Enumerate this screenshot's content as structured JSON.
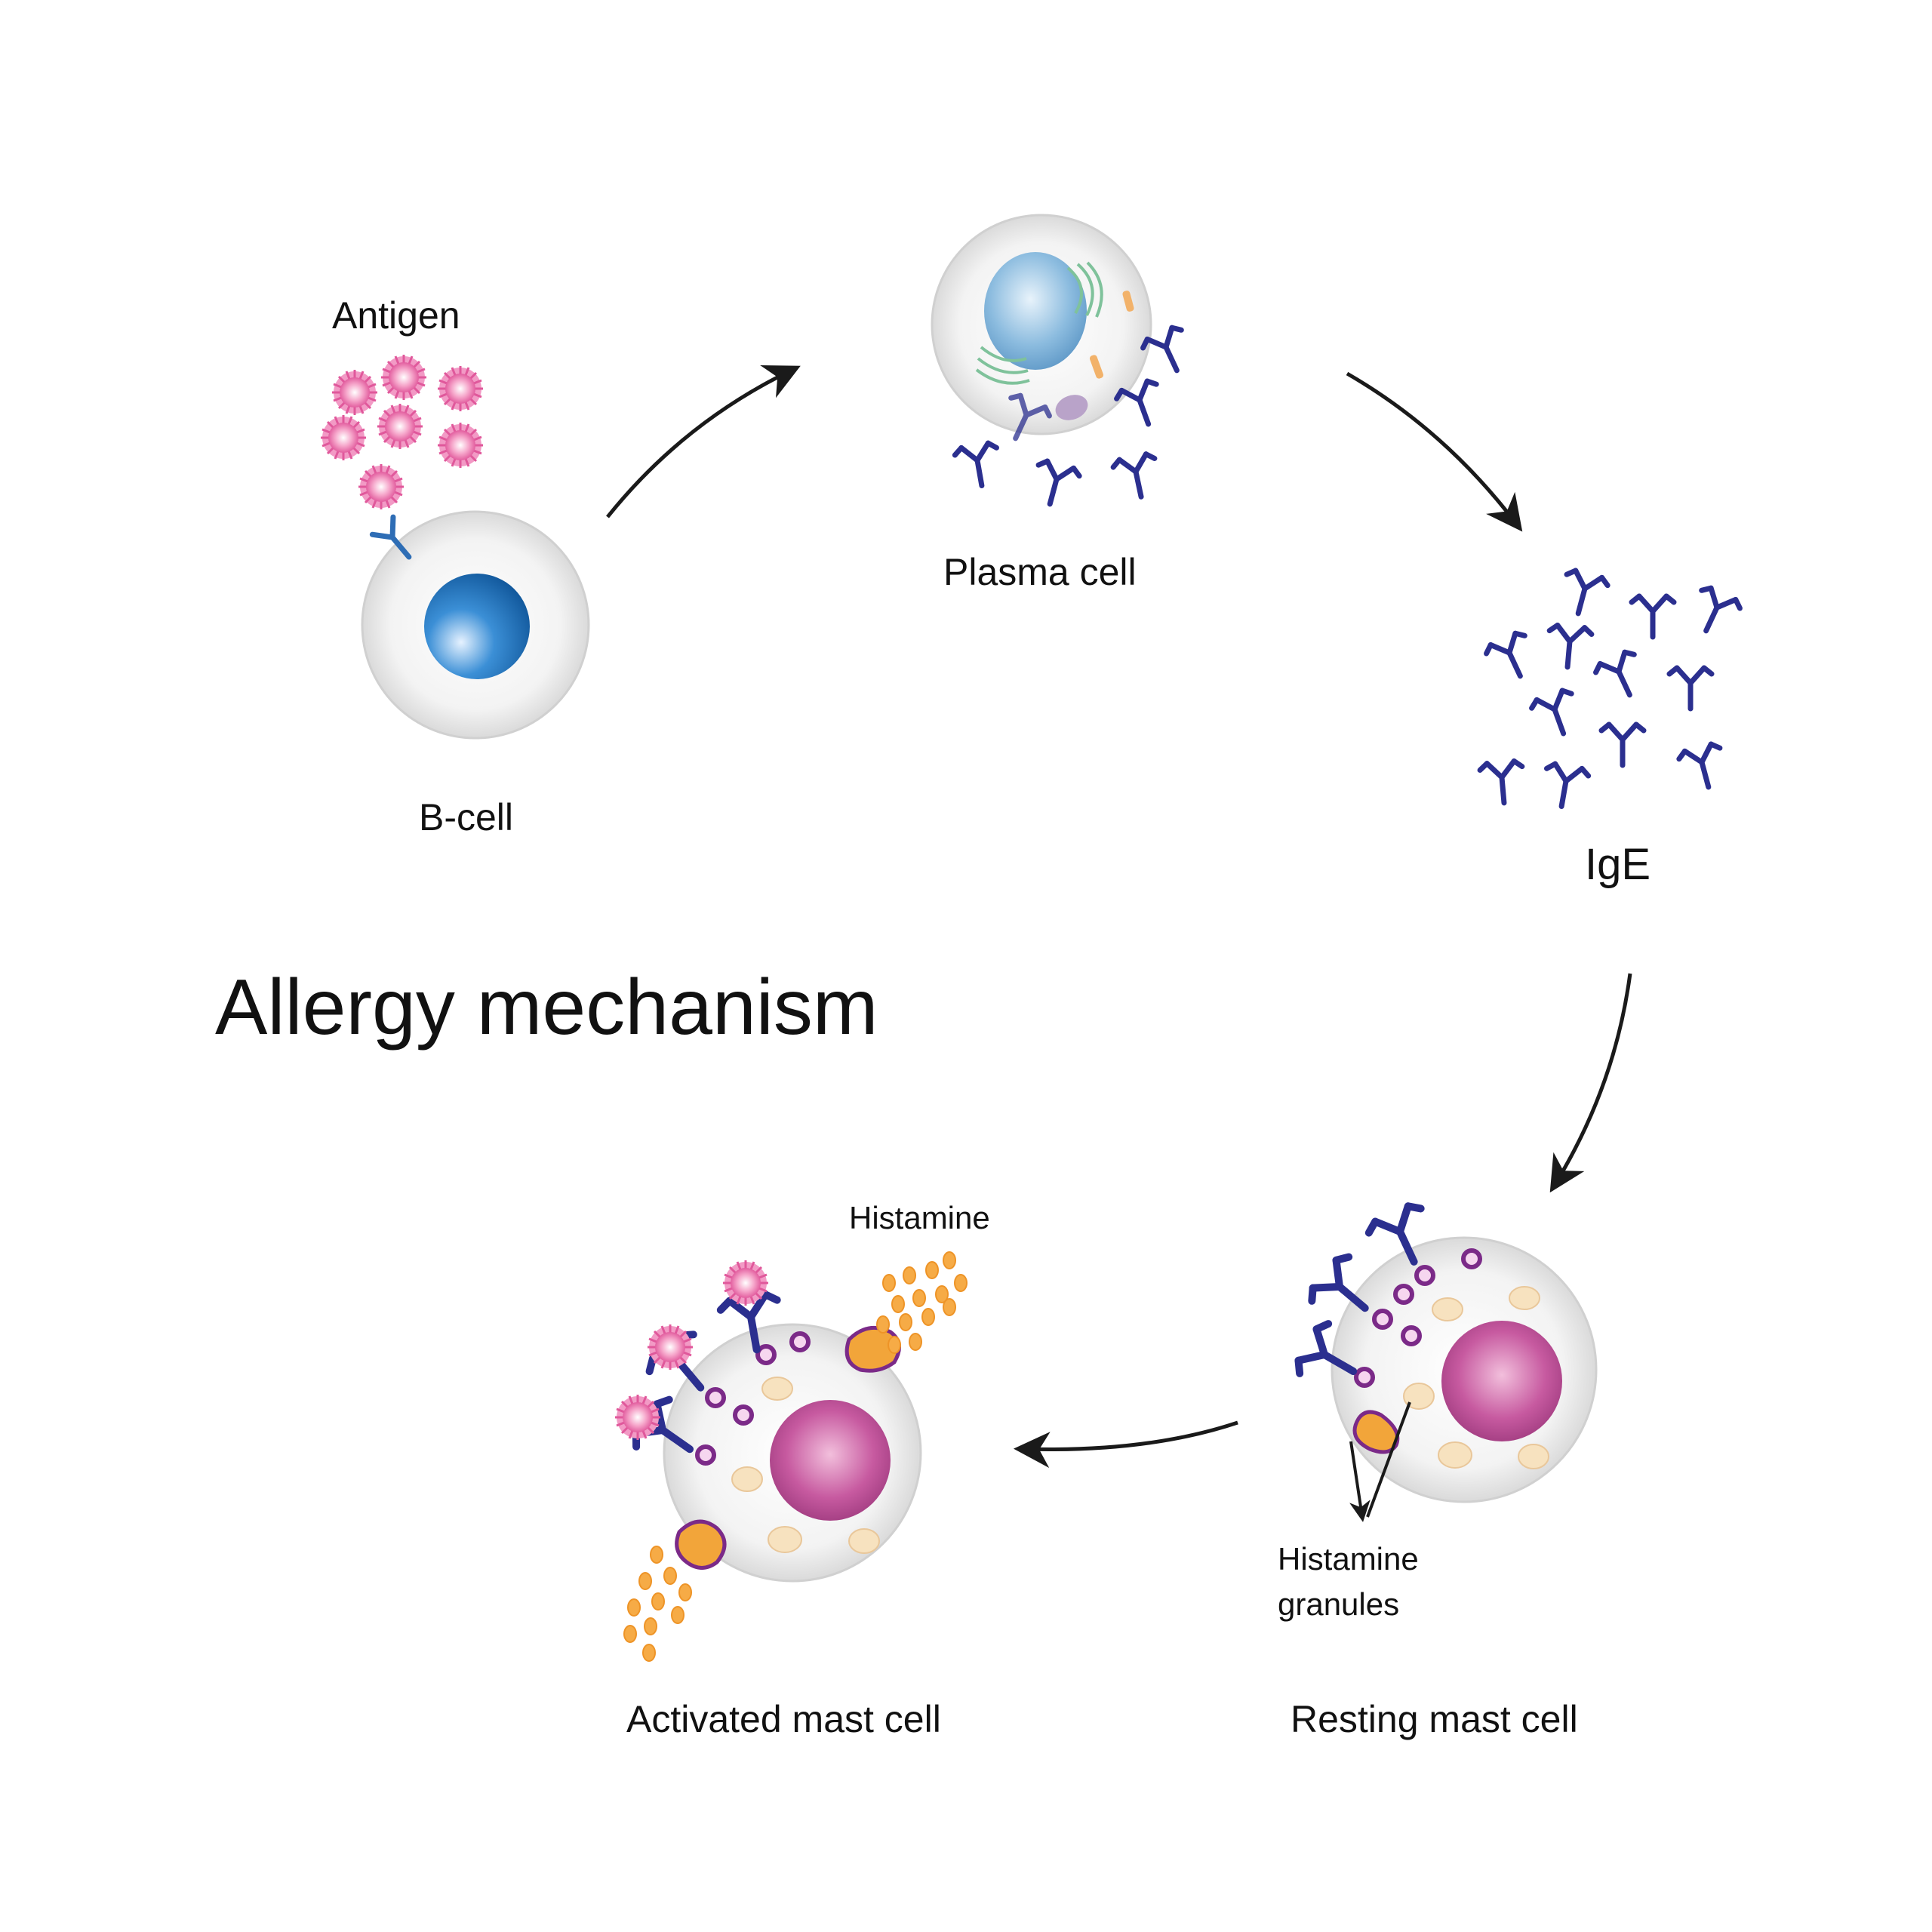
{
  "title": "Allergy mechanism",
  "labels": {
    "antigen": "Antigen",
    "b_cell": "B-cell",
    "plasma_cell": "Plasma cell",
    "ige": "IgE",
    "histamine": "Histamine",
    "histamine_granules_line1": "Histamine",
    "histamine_granules_line2": "granules",
    "activated_mast_cell": "Activated mast cell",
    "resting_mast_cell": "Resting mast cell"
  },
  "colors": {
    "antibody": "#2b2f8f",
    "antigen": "#e46aa8",
    "b_cell_nucleus": "#1f6fba",
    "plasma_nucleus": "#7fb0d8",
    "mast_nucleus": "#c0549a",
    "granule": "#f7e2bf",
    "histamine": "#f2a53a",
    "receptor": "#7b2a88",
    "cell_body": "#ececec",
    "arrow": "#1a1a1a"
  },
  "icons": {
    "antibody": "y-shaped-antibody-icon",
    "antigen": "spiky-antigen-icon"
  }
}
